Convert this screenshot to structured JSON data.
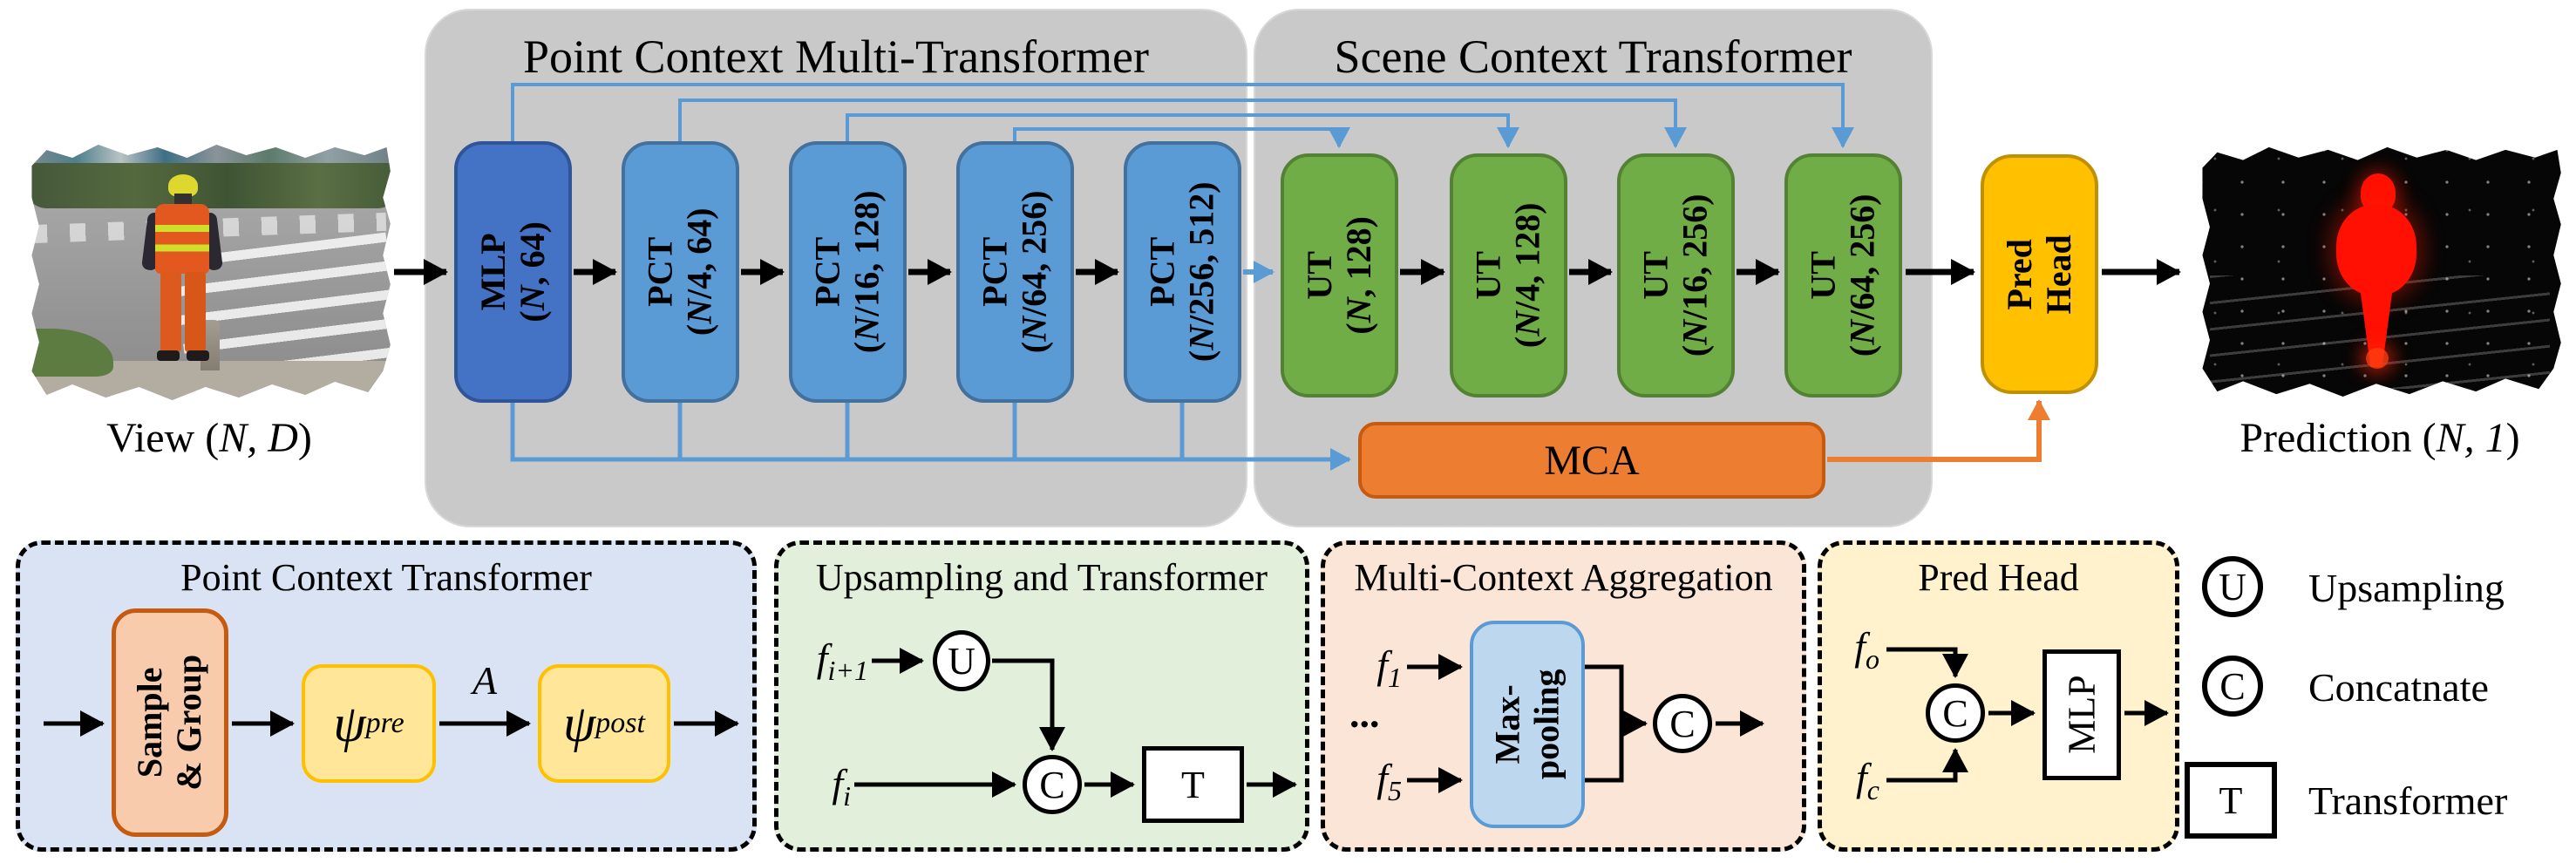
{
  "colors": {
    "panel_gray": "#c9c9c9",
    "mlp_blue": "#4472c4",
    "pct_blue": "#5b9bd5",
    "ut_green": "#70ad47",
    "mca_orange": "#ed7d31",
    "pred_yellow": "#ffc000",
    "skip_line_blue": "#5b9bd5",
    "pct_panel_bg": "#dae3f3",
    "ut_panel_bg": "#e2efda",
    "mca_panel_bg": "#fbe5d6",
    "pred_panel_bg": "#fff2cc",
    "sample_group_fill": "#f8cbad",
    "psi_fill": "#ffe699",
    "maxpool_fill": "#bdd7ee",
    "prediction_red": "#ff1002"
  },
  "pipeline": {
    "pcmt_title": "Point Context Multi-Transformer",
    "sct_title": "Scene Context Transformer",
    "mca": "MCA",
    "pred_head": {
      "line1": "Pred",
      "line2": "Head"
    },
    "input_caption": {
      "prefix": "View (",
      "var": "N, D",
      "suffix": ")"
    },
    "output_caption": {
      "prefix": "Prediction (",
      "var": "N, 1",
      "suffix": ")"
    },
    "blocks": [
      {
        "name": "MLP",
        "open": "(",
        "var": "N",
        "rest": ", 64)"
      },
      {
        "name": "PCT",
        "open": "(",
        "var": "N",
        "rest": "/4, 64)"
      },
      {
        "name": "PCT",
        "open": "(",
        "var": "N",
        "rest": "/16, 128)"
      },
      {
        "name": "PCT",
        "open": "(",
        "var": "N",
        "rest": "/64, 256)"
      },
      {
        "name": "PCT",
        "open": "(",
        "var": "N",
        "rest": "/256, 512)"
      },
      {
        "name": "UT",
        "open": "(",
        "var": "N",
        "rest": ", 128)"
      },
      {
        "name": "UT",
        "open": "(",
        "var": "N",
        "rest": "/4, 128)"
      },
      {
        "name": "UT",
        "open": "(",
        "var": "N",
        "rest": "/16, 256)"
      },
      {
        "name": "UT",
        "open": "(",
        "var": "N",
        "rest": "/64, 256)"
      }
    ]
  },
  "details": {
    "pct": {
      "title": "Point Context Transformer",
      "sample1": "Sample",
      "sample2": "& Group",
      "psi": "ψ",
      "pre": "pre",
      "post": "post",
      "a": "A"
    },
    "ut": {
      "title": "Upsampling and Transformer",
      "f": "f",
      "sub_next": "i+1",
      "sub_cur": "i",
      "u": "U",
      "c": "C",
      "t": "T"
    },
    "mca": {
      "title": "Multi-Context Aggregation",
      "f": "f",
      "sub_first": "1",
      "dots": "...",
      "sub_last": "5",
      "pool1": "Max-",
      "pool2": "pooling",
      "c": "C"
    },
    "pred": {
      "title": "Pred Head",
      "f": "f",
      "sub_o": "o",
      "sub_c": "c",
      "c": "C",
      "mlp": "MLP"
    }
  },
  "legend": {
    "items": [
      {
        "symbol": "U",
        "label": "Upsampling"
      },
      {
        "symbol": "C",
        "label": "Concatnate"
      },
      {
        "symbol": "T",
        "label": "Transformer"
      }
    ]
  }
}
